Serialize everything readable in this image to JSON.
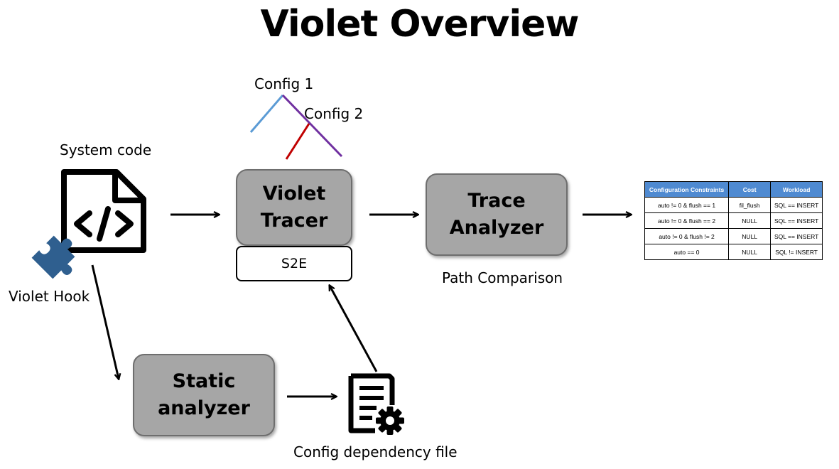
{
  "title": "Violet Overview",
  "labels": {
    "system_code": "System code",
    "violet_hook": "Violet Hook",
    "config1": "Config 1",
    "config2": "Config 2",
    "path_comparison": "Path Comparison",
    "config_dependency_file": "Config dependency file"
  },
  "boxes": {
    "tracer": [
      "Violet",
      "Tracer"
    ],
    "s2e": "S2E",
    "analyzer": [
      "Trace",
      "Analyzer"
    ],
    "static": [
      "Static",
      "analyzer"
    ]
  },
  "icons": {
    "code_file": "code-file-icon",
    "puzzle": "puzzle-piece-icon",
    "config_file": "document-gear-icon"
  },
  "colors": {
    "box_fill": "#a6a6a6",
    "table_header": "#4f8ad1",
    "hook_blue": "#2f5f8f",
    "branch_blue": "#5b9bd5",
    "branch_purple": "#7030a0",
    "branch_red": "#c00000"
  },
  "table": {
    "headers": [
      "Configuration Constraints",
      "Cost",
      "Workload"
    ],
    "rows": [
      [
        "auto != 0 & flush == 1",
        "fil_flush",
        "SQL == INSERT"
      ],
      [
        "auto != 0 & flush == 2",
        "NULL",
        "SQL == INSERT"
      ],
      [
        "auto != 0 & flush != 2",
        "NULL",
        "SQL == INSERT"
      ],
      [
        "auto == 0",
        "NULL",
        "SQL != INSERT"
      ]
    ]
  }
}
